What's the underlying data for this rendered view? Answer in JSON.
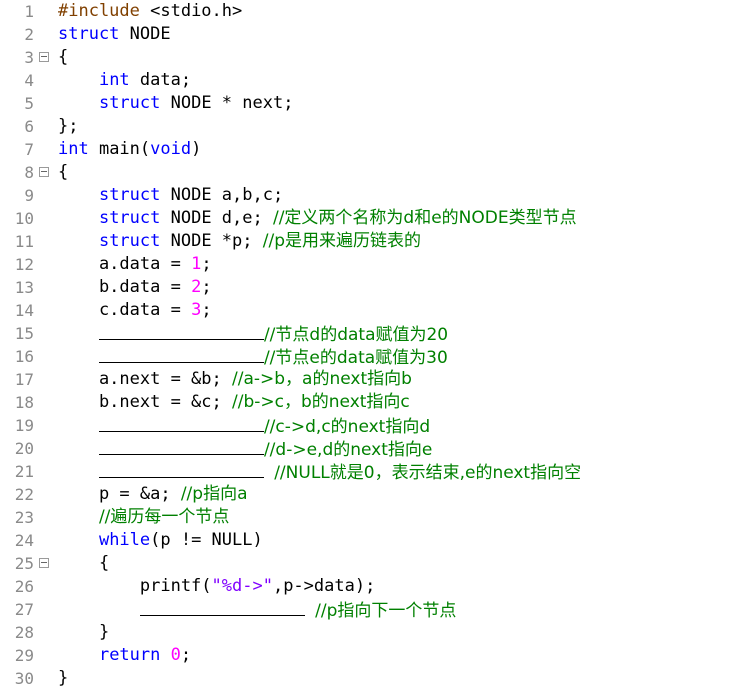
{
  "colors": {
    "keyword": "#0000ff",
    "preprocessor": "#804000",
    "number": "#ff00ff",
    "string": "#8000ff",
    "comment": "#008000",
    "line_number": "#8a8a8a"
  },
  "lines": [
    {
      "n": "1",
      "fold": false,
      "tokens": [
        {
          "t": "pp",
          "v": "#include"
        },
        {
          "t": "plain",
          "v": " <stdio.h>"
        }
      ]
    },
    {
      "n": "2",
      "fold": false,
      "tokens": [
        {
          "t": "kw",
          "v": "struct"
        },
        {
          "t": "plain",
          "v": " NODE"
        }
      ]
    },
    {
      "n": "3",
      "fold": true,
      "tokens": [
        {
          "t": "plain",
          "v": "{"
        }
      ]
    },
    {
      "n": "4",
      "fold": false,
      "tokens": [
        {
          "t": "plain",
          "v": "    "
        },
        {
          "t": "kw",
          "v": "int"
        },
        {
          "t": "plain",
          "v": " data;"
        }
      ]
    },
    {
      "n": "5",
      "fold": false,
      "tokens": [
        {
          "t": "plain",
          "v": "    "
        },
        {
          "t": "kw",
          "v": "struct"
        },
        {
          "t": "plain",
          "v": " NODE * next;"
        }
      ]
    },
    {
      "n": "6",
      "fold": false,
      "tokens": [
        {
          "t": "plain",
          "v": "};"
        }
      ]
    },
    {
      "n": "7",
      "fold": false,
      "tokens": [
        {
          "t": "kw",
          "v": "int"
        },
        {
          "t": "plain",
          "v": " main("
        },
        {
          "t": "kw",
          "v": "void"
        },
        {
          "t": "plain",
          "v": ")"
        }
      ]
    },
    {
      "n": "8",
      "fold": true,
      "tokens": [
        {
          "t": "plain",
          "v": "{"
        }
      ]
    },
    {
      "n": "9",
      "fold": false,
      "tokens": [
        {
          "t": "plain",
          "v": "    "
        },
        {
          "t": "kw",
          "v": "struct"
        },
        {
          "t": "plain",
          "v": " NODE a,b,c;"
        }
      ]
    },
    {
      "n": "10",
      "fold": false,
      "tokens": [
        {
          "t": "plain",
          "v": "    "
        },
        {
          "t": "kw",
          "v": "struct"
        },
        {
          "t": "plain",
          "v": " NODE d,e; "
        },
        {
          "t": "cmt",
          "v": "//定义两个名称为d和e的NODE类型节点"
        }
      ]
    },
    {
      "n": "11",
      "fold": false,
      "tokens": [
        {
          "t": "plain",
          "v": "    "
        },
        {
          "t": "kw",
          "v": "struct"
        },
        {
          "t": "plain",
          "v": " NODE *p; "
        },
        {
          "t": "cmt",
          "v": "//p是用来遍历链表的"
        }
      ]
    },
    {
      "n": "12",
      "fold": false,
      "tokens": [
        {
          "t": "plain",
          "v": "    a.data = "
        },
        {
          "t": "num",
          "v": "1"
        },
        {
          "t": "plain",
          "v": ";"
        }
      ]
    },
    {
      "n": "13",
      "fold": false,
      "tokens": [
        {
          "t": "plain",
          "v": "    b.data = "
        },
        {
          "t": "num",
          "v": "2"
        },
        {
          "t": "plain",
          "v": ";"
        }
      ]
    },
    {
      "n": "14",
      "fold": false,
      "tokens": [
        {
          "t": "plain",
          "v": "    c.data = "
        },
        {
          "t": "num",
          "v": "3"
        },
        {
          "t": "plain",
          "v": ";"
        }
      ]
    },
    {
      "n": "15",
      "fold": false,
      "tokens": [
        {
          "t": "plain",
          "v": "    "
        },
        {
          "t": "blank",
          "v": "165"
        },
        {
          "t": "cmt",
          "v": "//节点d的data赋值为20"
        }
      ]
    },
    {
      "n": "16",
      "fold": false,
      "tokens": [
        {
          "t": "plain",
          "v": "    "
        },
        {
          "t": "blank",
          "v": "165"
        },
        {
          "t": "cmt",
          "v": "//节点e的data赋值为30"
        }
      ]
    },
    {
      "n": "17",
      "fold": false,
      "tokens": [
        {
          "t": "plain",
          "v": "    a.next = &b; "
        },
        {
          "t": "cmt",
          "v": "//a->b，a的next指向b"
        }
      ]
    },
    {
      "n": "18",
      "fold": false,
      "tokens": [
        {
          "t": "plain",
          "v": "    b.next = &c; "
        },
        {
          "t": "cmt",
          "v": "//b->c，b的next指向c"
        }
      ]
    },
    {
      "n": "19",
      "fold": false,
      "tokens": [
        {
          "t": "plain",
          "v": "    "
        },
        {
          "t": "blank",
          "v": "165"
        },
        {
          "t": "cmt",
          "v": "//c->d,c的next指向d"
        }
      ]
    },
    {
      "n": "20",
      "fold": false,
      "tokens": [
        {
          "t": "plain",
          "v": "    "
        },
        {
          "t": "blank",
          "v": "165"
        },
        {
          "t": "cmt",
          "v": "//d->e,d的next指向e"
        }
      ]
    },
    {
      "n": "21",
      "fold": false,
      "tokens": [
        {
          "t": "plain",
          "v": "    "
        },
        {
          "t": "blank",
          "v": "165"
        },
        {
          "t": "plain",
          "v": " "
        },
        {
          "t": "cmt",
          "v": "//NULL就是0，表示结束,e的next指向空"
        }
      ]
    },
    {
      "n": "22",
      "fold": false,
      "tokens": [
        {
          "t": "plain",
          "v": "    p = &a; "
        },
        {
          "t": "cmt",
          "v": "//p指向a"
        }
      ]
    },
    {
      "n": "23",
      "fold": false,
      "tokens": [
        {
          "t": "plain",
          "v": "    "
        },
        {
          "t": "cmt",
          "v": "//遍历每一个节点"
        }
      ]
    },
    {
      "n": "24",
      "fold": false,
      "tokens": [
        {
          "t": "plain",
          "v": "    "
        },
        {
          "t": "kw",
          "v": "while"
        },
        {
          "t": "plain",
          "v": "(p != NULL)"
        }
      ]
    },
    {
      "n": "25",
      "fold": true,
      "tokens": [
        {
          "t": "plain",
          "v": "    {"
        }
      ]
    },
    {
      "n": "26",
      "fold": false,
      "tokens": [
        {
          "t": "plain",
          "v": "        printf("
        },
        {
          "t": "str",
          "v": "\"%d->\""
        },
        {
          "t": "plain",
          "v": ",p->data);"
        }
      ]
    },
    {
      "n": "27",
      "fold": false,
      "tokens": [
        {
          "t": "plain",
          "v": "        "
        },
        {
          "t": "blank",
          "v": "165"
        },
        {
          "t": "plain",
          "v": " "
        },
        {
          "t": "cmt",
          "v": "//p指向下一个节点"
        }
      ]
    },
    {
      "n": "28",
      "fold": false,
      "tokens": [
        {
          "t": "plain",
          "v": "    }"
        }
      ]
    },
    {
      "n": "29",
      "fold": false,
      "tokens": [
        {
          "t": "plain",
          "v": "    "
        },
        {
          "t": "kw",
          "v": "return"
        },
        {
          "t": "plain",
          "v": " "
        },
        {
          "t": "num",
          "v": "0"
        },
        {
          "t": "plain",
          "v": ";"
        }
      ]
    },
    {
      "n": "30",
      "fold": false,
      "tokens": [
        {
          "t": "plain",
          "v": "}"
        }
      ]
    }
  ]
}
